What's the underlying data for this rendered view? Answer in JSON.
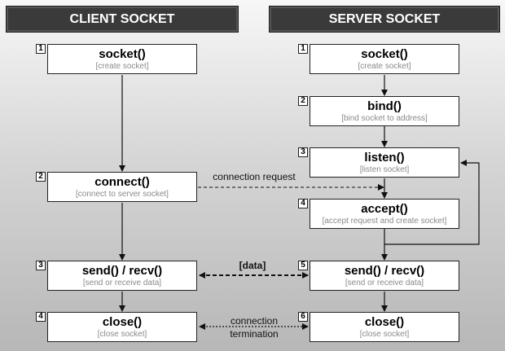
{
  "headers": {
    "client": "CLIENT SOCKET",
    "server": "SERVER SOCKET"
  },
  "client_steps": [
    {
      "num": "1",
      "title": "socket()",
      "sub": "[create socket]"
    },
    {
      "num": "2",
      "title": "connect()",
      "sub": "[connect to server socket]"
    },
    {
      "num": "3",
      "title": "send() / recv()",
      "sub": "[send or receive data]"
    },
    {
      "num": "4",
      "title": "close()",
      "sub": "[close socket]"
    }
  ],
  "server_steps": [
    {
      "num": "1",
      "title": "socket()",
      "sub": "[create socket]"
    },
    {
      "num": "2",
      "title": "bind()",
      "sub": "[bind socket to address]"
    },
    {
      "num": "3",
      "title": "listen()",
      "sub": "[listen socket]"
    },
    {
      "num": "4",
      "title": "accept()",
      "sub": "[accept request and create socket]"
    },
    {
      "num": "5",
      "title": "send() / recv()",
      "sub": "[send or receive data]"
    },
    {
      "num": "6",
      "title": "close()",
      "sub": "[close socket]"
    }
  ],
  "labels": {
    "connection_request": "connection request",
    "data": "[data]",
    "termination_line1": "connection",
    "termination_line2": "termination"
  }
}
